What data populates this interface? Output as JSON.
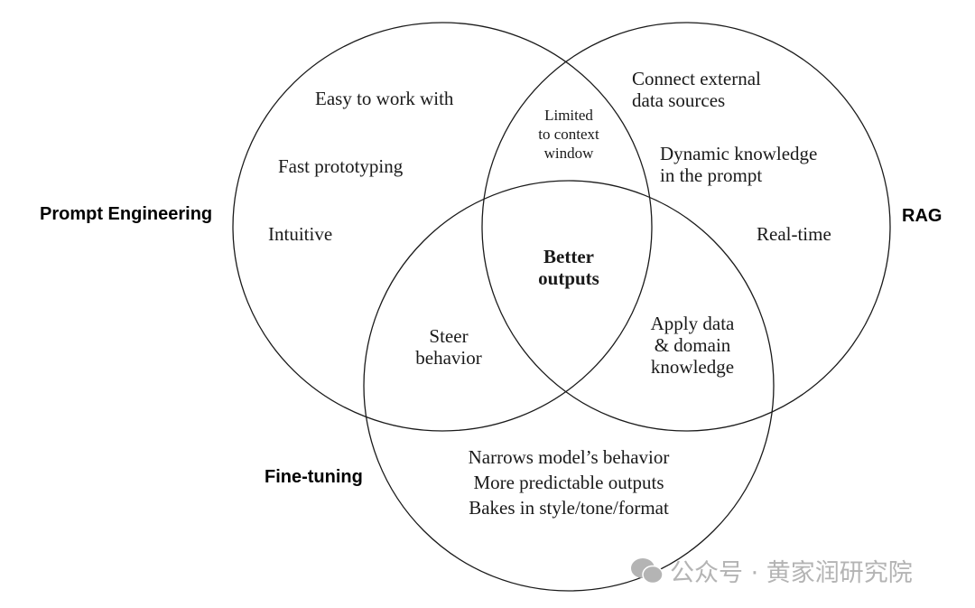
{
  "sets": {
    "prompt_engineering": "Prompt Engineering",
    "rag": "RAG",
    "fine_tuning": "Fine-tuning"
  },
  "regions": {
    "pe_only": [
      "Easy to work with",
      "Fast prototyping",
      "Intuitive"
    ],
    "rag_only": [
      "Connect external",
      "data sources",
      "Dynamic knowledge",
      "in the prompt",
      "Real-time"
    ],
    "pe_rag": [
      "Limited",
      "to context",
      "window"
    ],
    "pe_ft": [
      "Steer",
      "behavior"
    ],
    "rag_ft": [
      "Apply data",
      "& domain",
      "knowledge"
    ],
    "center": [
      "Better",
      "outputs"
    ],
    "ft_only": [
      "Narrows model’s behavior",
      "More predictable outputs",
      "Bakes in style/tone/format"
    ]
  },
  "watermark": "公众号 · 黄家润研究院",
  "colors": {
    "stroke": "#1a1a1a",
    "watermark": "#b4b4b4"
  }
}
